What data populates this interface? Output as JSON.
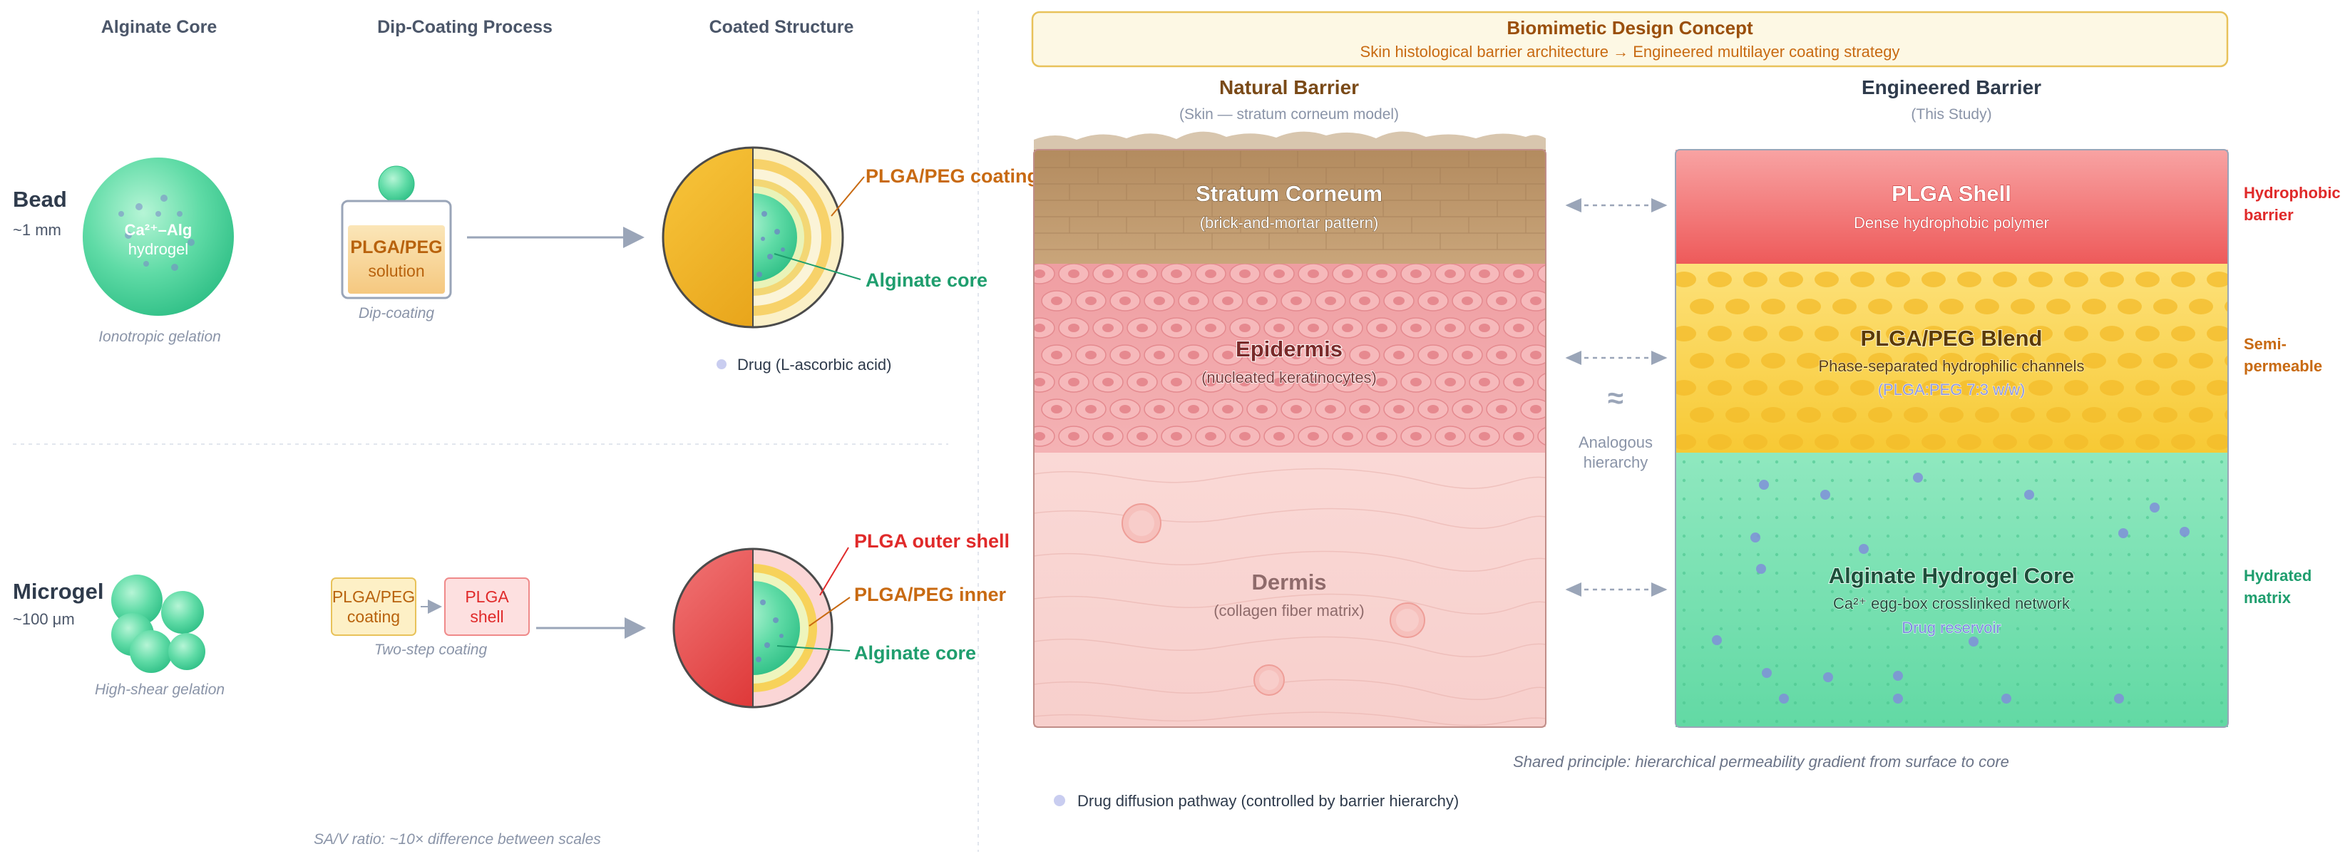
{
  "colors": {
    "text_dark": "#2f3b4c",
    "text_muted": "#8a94a8",
    "arrow": "#9aa5b8",
    "alginate_green": "#1f9e6e",
    "alginate_light": "#5fdba6",
    "plga_peg_orange": "#c86a12",
    "plga_peg_yellow": "#f5c542",
    "plga_red": "#e02a2a",
    "skin_brown": "#a9845a",
    "skin_pink": "#efa3a6",
    "dermis_pink": "#f8d3d1",
    "header_bg": "#fdf8e4",
    "header_border": "#e8c25a",
    "drug_dot": "#8f98e0"
  },
  "left": {
    "col_headers": [
      "Alginate Core",
      "Dip-Coating Process",
      "Coated Structure"
    ],
    "bead": {
      "title": "Bead",
      "size": "~1 mm",
      "core_label_1": "Ca²⁺–Alg",
      "core_label_2": "hydrogel",
      "gelation": "Ionotropic gelation",
      "solution_1": "PLGA/PEG",
      "solution_2": "solution",
      "process_caption": "Dip-coating",
      "callout_coating": "PLGA/PEG coating",
      "callout_core": "Alginate core",
      "drug_legend": "Drug (L-ascorbic acid)"
    },
    "microgel": {
      "title": "Microgel",
      "size": "~100 μm",
      "gelation": "High-shear gelation",
      "step1_1": "PLGA/PEG",
      "step1_2": "coating",
      "step2_1": "PLGA",
      "step2_2": "shell",
      "process_caption": "Two-step coating",
      "callout_outer": "PLGA outer shell",
      "callout_inner": "PLGA/PEG inner",
      "callout_core": "Alginate core"
    },
    "footnote": "SA/V ratio: ~10× difference between scales"
  },
  "right": {
    "header_title": "Biomimetic Design Concept",
    "header_subtitle": "Skin histological barrier architecture → Engineered multilayer coating strategy",
    "natural_title": "Natural Barrier",
    "natural_subtitle": "(Skin — stratum corneum model)",
    "engineered_title": "Engineered Barrier",
    "engineered_subtitle": "(This Study)",
    "natural_layers": [
      {
        "name": "Stratum Corneum",
        "desc": "(brick-and-mortar pattern)"
      },
      {
        "name": "Epidermis",
        "desc": "(nucleated keratinocytes)"
      },
      {
        "name": "Dermis",
        "desc": "(collagen fiber matrix)"
      }
    ],
    "engineered_layers": [
      {
        "name": "PLGA Shell",
        "desc": "Dense hydrophobic polymer",
        "extra": ""
      },
      {
        "name": "PLGA/PEG Blend",
        "desc": "Phase-separated hydrophilic channels",
        "extra": "(PLGA:PEG 7:3 w/w)"
      },
      {
        "name": "Alginate Hydrogel Core",
        "desc": "Ca²⁺ egg-box crosslinked network",
        "extra": "Drug reservoir"
      }
    ],
    "side_labels": [
      {
        "line1": "Hydrophobic",
        "line2": "barrier"
      },
      {
        "line1": "Semi-",
        "line2": "permeable"
      },
      {
        "line1": "Hydrated",
        "line2": "matrix"
      }
    ],
    "approx_symbol": "≈",
    "analogous_1": "Analogous",
    "analogous_2": "hierarchy",
    "shared_principle": "Shared principle: hierarchical permeability gradient from surface to core",
    "drug_pathway": "Drug diffusion pathway (controlled by barrier hierarchy)"
  }
}
